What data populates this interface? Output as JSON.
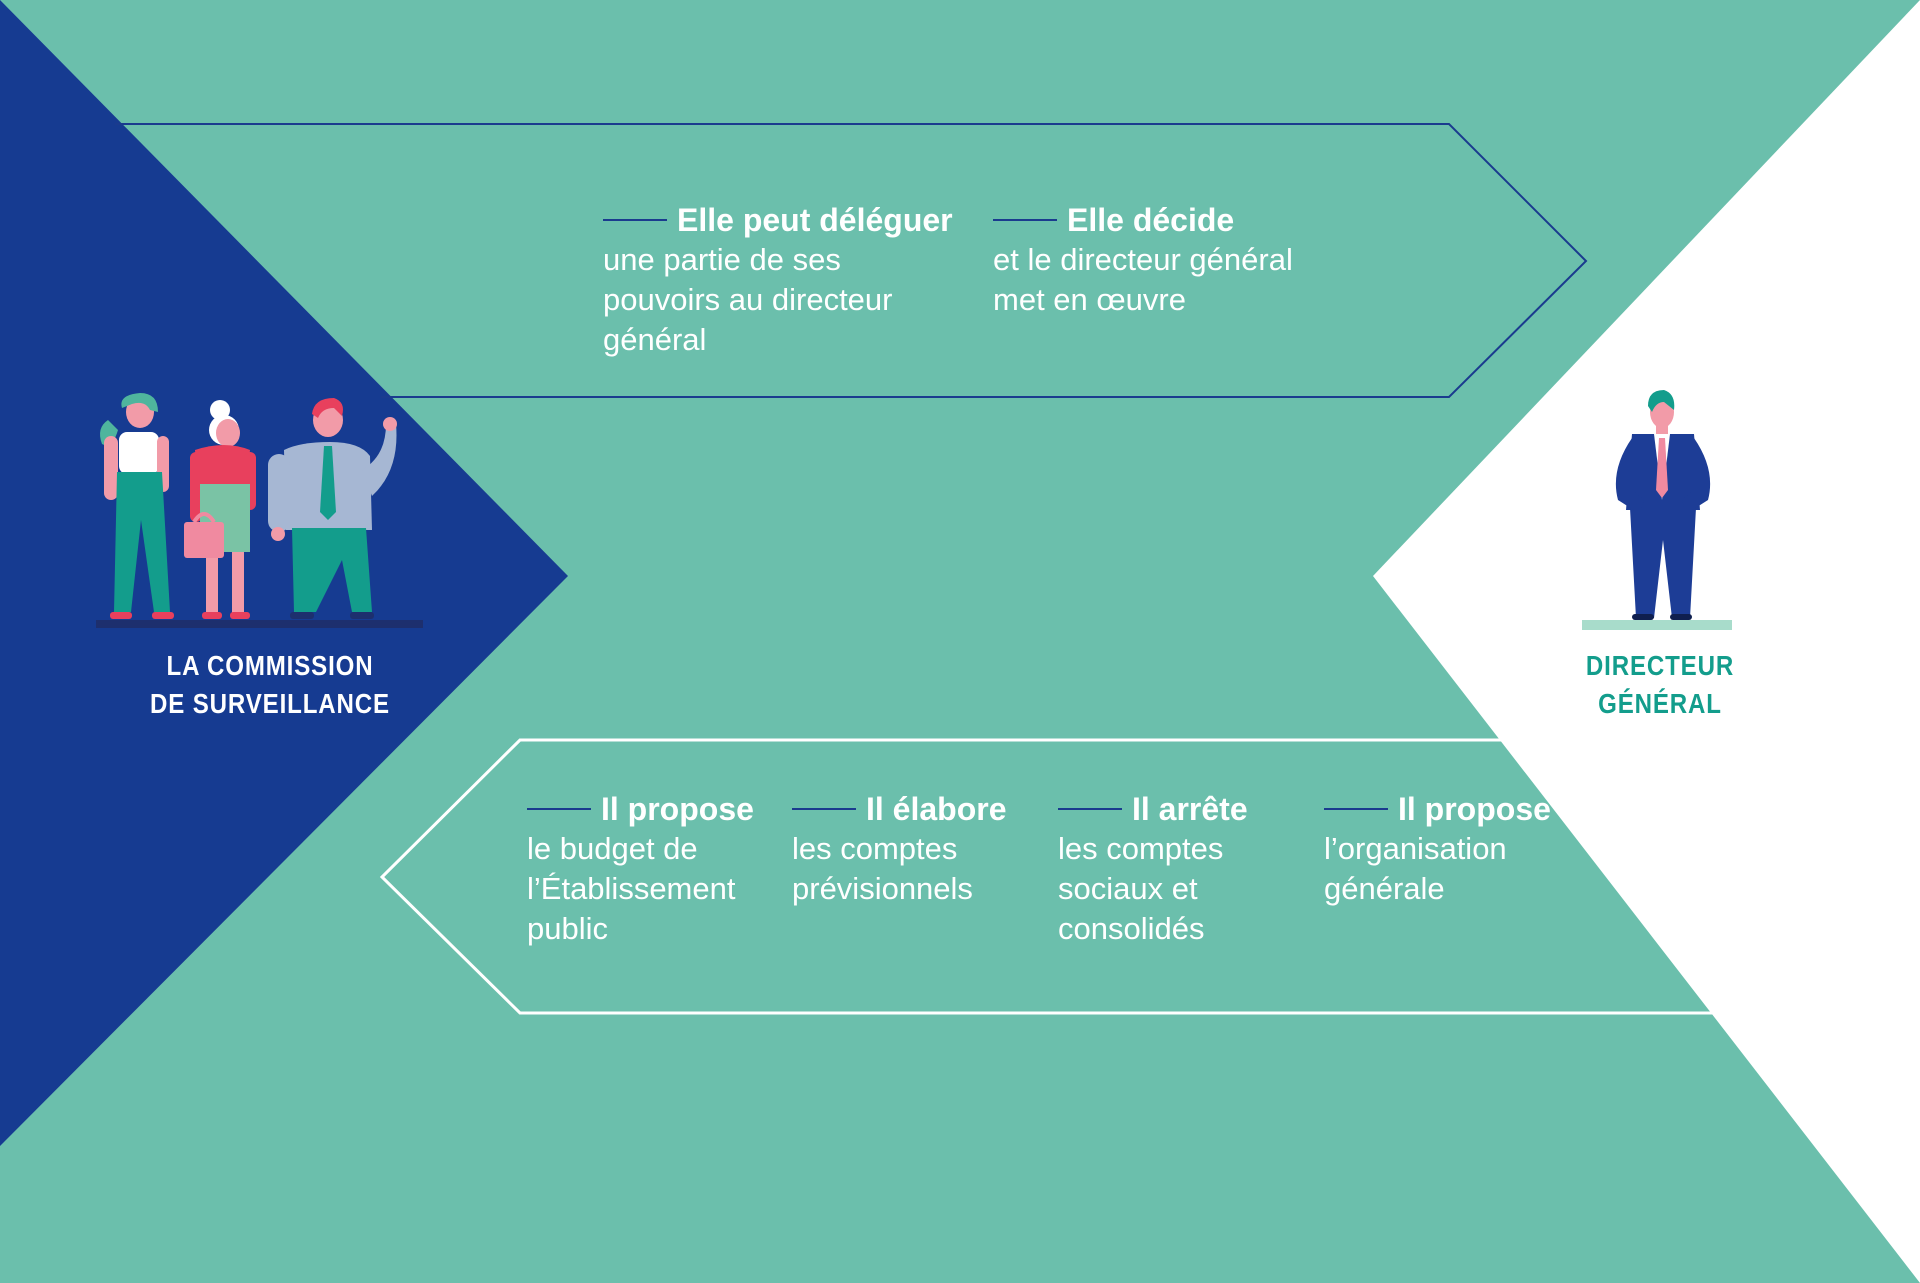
{
  "colors": {
    "background": "#6bbfac",
    "navy": "#163b91",
    "white": "#ffffff",
    "teal_text": "#139d8c",
    "top_arrow_stroke": "#1a3b8e",
    "bottom_arrow_stroke": "#ffffff"
  },
  "left_actor": {
    "label_line1": "LA COMMISSION",
    "label_line2": "DE SURVEILLANCE",
    "icon": "group-of-three-people-icon"
  },
  "right_actor": {
    "label_line1": "DIRECTEUR",
    "label_line2": "GÉNÉRAL",
    "icon": "man-in-suit-icon"
  },
  "top_arrow": {
    "direction": "right",
    "items": [
      {
        "title": "Elle peut déléguer",
        "lines": [
          "une partie de ses",
          "pouvoirs au directeur",
          "général"
        ]
      },
      {
        "title": "Elle décide",
        "lines": [
          "et le directeur général",
          "met en œuvre"
        ]
      }
    ]
  },
  "bottom_arrow": {
    "direction": "left",
    "items": [
      {
        "title": "Il propose",
        "lines": [
          "le budget de",
          "l’Établissement",
          "public"
        ]
      },
      {
        "title": "Il élabore",
        "lines": [
          "les comptes",
          "prévisionnels"
        ]
      },
      {
        "title": "Il arrête",
        "lines": [
          "les comptes",
          "sociaux et",
          "consolidés"
        ]
      },
      {
        "title": "Il propose",
        "lines": [
          "l’organisation",
          "générale"
        ]
      }
    ]
  }
}
